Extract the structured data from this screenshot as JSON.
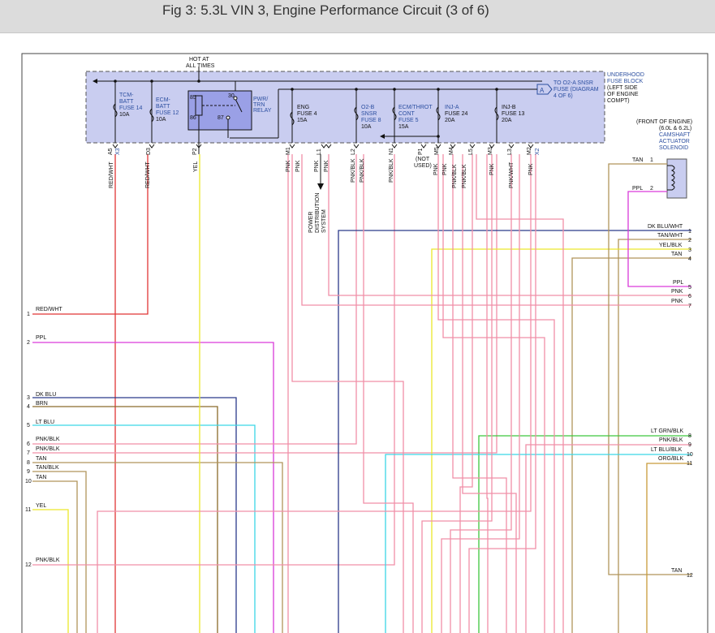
{
  "header": {
    "title": "Fig 3: 5.3L VIN 3, Engine Performance Circuit (3 of 6)"
  },
  "fuse_block": {
    "hot_label_1": "HOT AT",
    "hot_label_2": "ALL TIMES",
    "name_1": "UNDERHOOD",
    "name_2": "FUSE BLOCK",
    "name_3": "(LEFT SIDE",
    "name_4": "OF ENGINE",
    "name_5": "COMPT)",
    "o2_ref_1": "TO O2-A SNSR",
    "o2_ref_2": "FUSE (DIAGRAM",
    "o2_ref_3": "4 OF 6)",
    "o2_ref_letter": "A"
  },
  "fuses": [
    {
      "l1": "TCM-",
      "l2": "BATT",
      "l3": "FUSE 14",
      "l4": "10A"
    },
    {
      "l1": "ECM-",
      "l2": "BATT",
      "l3": "FUSE 12",
      "l4": "10A"
    },
    {
      "l1": "ENG",
      "l2": "FUSE 4",
      "l3": "15A"
    },
    {
      "l1": "O2-B",
      "l2": "SNSR",
      "l3": "FUSE 8",
      "l4": "10A"
    },
    {
      "l1": "ECM/THROT",
      "l2": "CONT",
      "l3": "FUSE 5",
      "l4": "15A"
    },
    {
      "l1": "INJ-A",
      "l2": "FUSE 24",
      "l3": "20A"
    },
    {
      "l1": "INJ-B",
      "l2": "FUSE 13",
      "l3": "20A"
    }
  ],
  "relay": {
    "l1": "PWR/",
    "l2": "TRN",
    "l3": "RELAY",
    "p85": "85",
    "p86": "86",
    "p30": "30",
    "p87": "87"
  },
  "connector_pins": [
    {
      "pin": "A5",
      "conn": "X3"
    },
    {
      "pin": "D3",
      "conn": ""
    },
    {
      "pin": "P2",
      "conn": ""
    },
    {
      "pin": "M1",
      "conn": ""
    },
    {
      "pin": "L1",
      "conn": ""
    },
    {
      "pin": "L2",
      "conn": ""
    },
    {
      "pin": "N1",
      "conn": ""
    },
    {
      "pin": "P1",
      "conn": ""
    },
    {
      "pin": "M5",
      "conn": ""
    },
    {
      "pin": "M4",
      "conn": ""
    },
    {
      "pin": "L5",
      "conn": ""
    },
    {
      "pin": "M3",
      "conn": ""
    },
    {
      "pin": "L3",
      "conn": ""
    },
    {
      "pin": "M2",
      "conn": "X2"
    }
  ],
  "wire_labels": {
    "red_wht_a": "RED/WHT",
    "red_wht_b": "RED/WHT",
    "yel": "YEL",
    "pnk_1": "PNK",
    "pnk_2": "PNK",
    "pnk_3": "PNK",
    "pnk_4": "PNK",
    "pnk_blk_1": "PNK/BLK",
    "pnk_blk_2": "PNK/BLK",
    "pnk_blk_3": "PNK/BLK",
    "pnk_5": "PNK",
    "pnk_6": "PNK",
    "pnk_blk_4": "PNK/BLK",
    "pnk_blk_5": "PNK/BLK",
    "pnk_7": "PNK",
    "pnk_wht": "PNK/WHT",
    "pnk_8": "PNK"
  },
  "not_used": {
    "l1": "(NOT",
    "l2": "USED)"
  },
  "power_dist": {
    "l1": "POWER",
    "l2": "DISTRIBUTION",
    "l3": "SYSTEM"
  },
  "camshaft": {
    "l1": "(FRONT OF ENGINE)",
    "l2": "(6.0L & 6.2L)",
    "l3": "CAMSHAFT",
    "l4": "ACTUATOR",
    "l5": "SOLENOID",
    "pin1_wire": "TAN",
    "pin1": "1",
    "pin2_wire": "PPL",
    "pin2": "2"
  },
  "left_connector": [
    {
      "num": "1",
      "label": "RED/WHT"
    },
    {
      "num": "2",
      "label": "PPL"
    },
    {
      "num": "3",
      "label": "DK BLU"
    },
    {
      "num": "4",
      "label": "BRN"
    },
    {
      "num": "5",
      "label": "LT BLU"
    },
    {
      "num": "6",
      "label": "PNK/BLK"
    },
    {
      "num": "7",
      "label": "PNK/BLK"
    },
    {
      "num": "8",
      "label": "TAN"
    },
    {
      "num": "9",
      "label": "TAN/BLK"
    },
    {
      "num": "10",
      "label": "TAN"
    },
    {
      "num": "11",
      "label": "YEL"
    },
    {
      "num": "12",
      "label": "PNK/BLK"
    }
  ],
  "right_connector_a": [
    {
      "num": "1",
      "label": "DK BLU/WHT"
    },
    {
      "num": "2",
      "label": "TAN/WHT"
    },
    {
      "num": "3",
      "label": "YEL/BLK"
    },
    {
      "num": "4",
      "label": "TAN"
    },
    {
      "num": "5",
      "label": "PPL"
    },
    {
      "num": "6",
      "label": "PNK"
    },
    {
      "num": "7",
      "label": "PNK"
    }
  ],
  "right_connector_b": [
    {
      "num": "8",
      "label": "LT GRN/BLK"
    },
    {
      "num": "9",
      "label": "PNK/BLK"
    },
    {
      "num": "10",
      "label": "LT BLU/BLK"
    },
    {
      "num": "11",
      "label": "ORG/BLK"
    },
    {
      "num": "12",
      "label": "TAN"
    }
  ],
  "colors": {
    "red": "#e03535",
    "pink": "#f08fa8",
    "ppl": "#d93ad9",
    "dkblu": "#2b3a8a",
    "brn": "#8a6a2a",
    "ltblu": "#3bd6e6",
    "tan": "#b0955a",
    "yel": "#ece82a",
    "ltgrn": "#3ec63e",
    "org": "#c89a3a",
    "fuse_fill": "#c9cdf0",
    "relay_fill": "#9aa0e6"
  }
}
